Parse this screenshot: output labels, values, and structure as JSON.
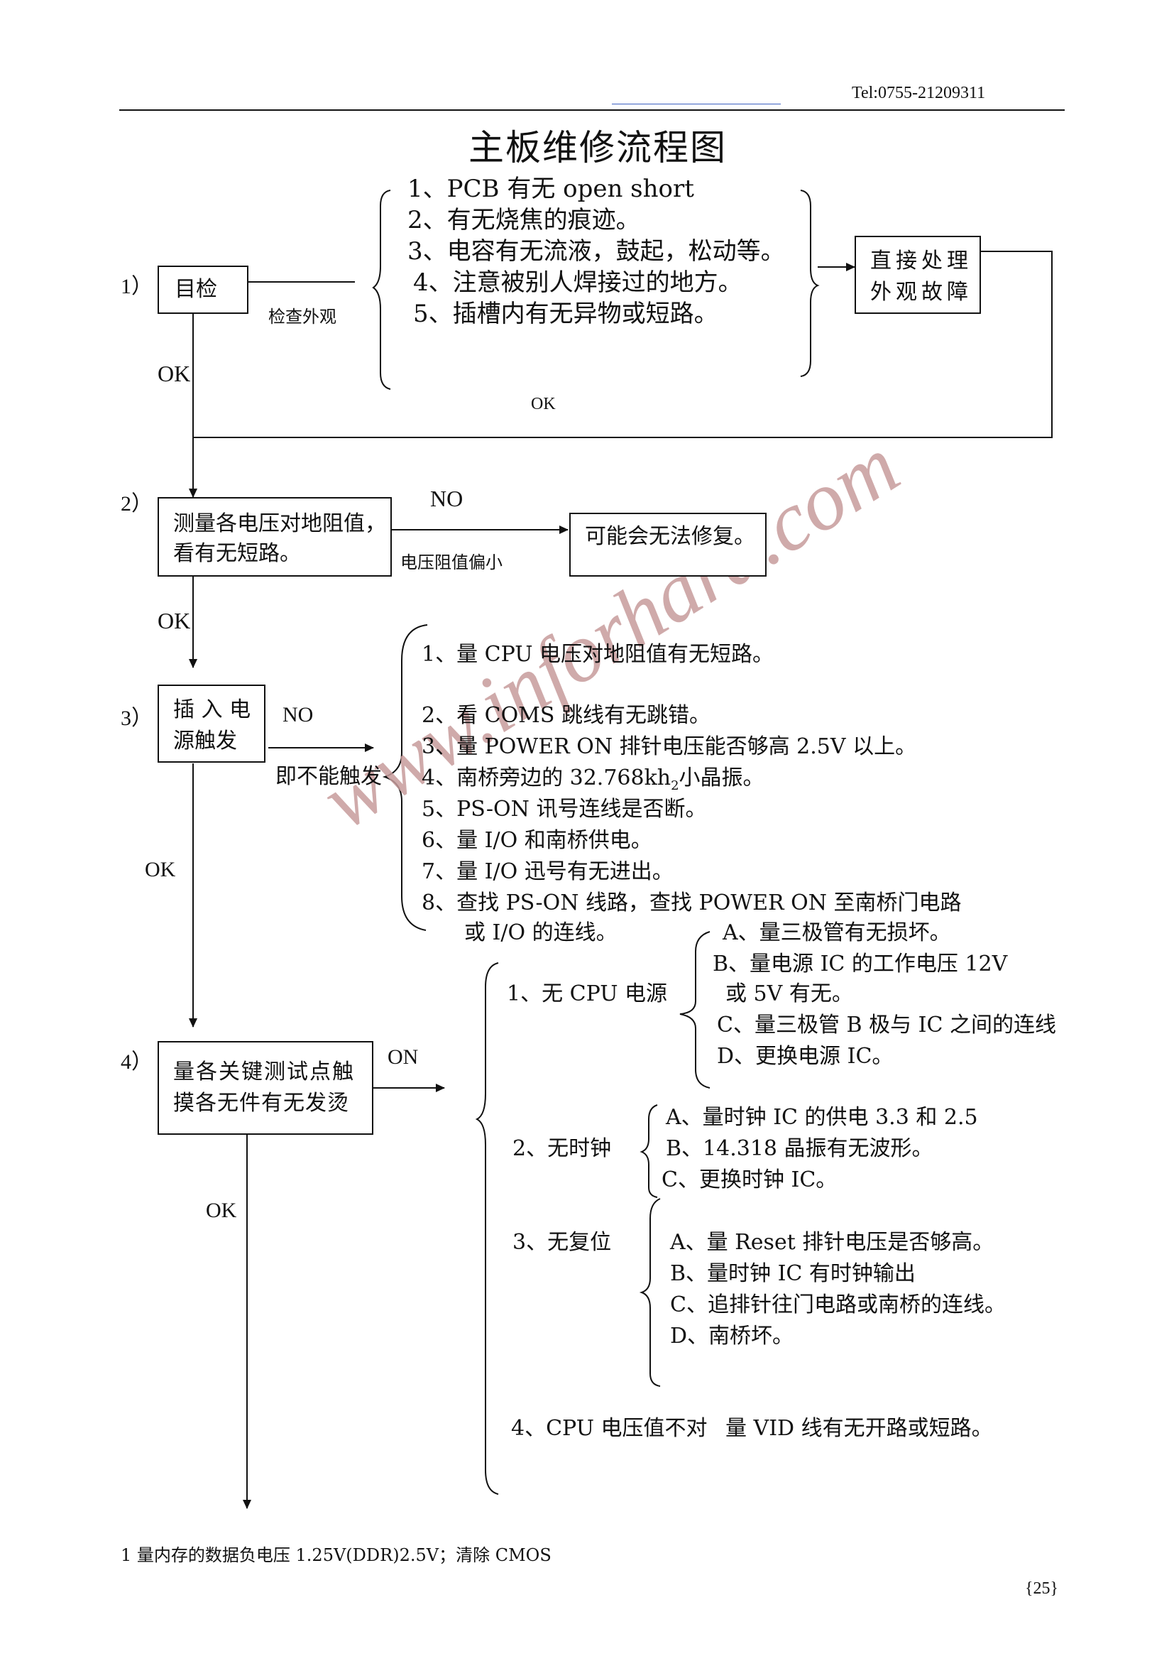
{
  "header": {
    "tel": "Tel:0755-21209311"
  },
  "title": "主板维修流程图",
  "watermark": "www.inforhard.com",
  "step1": {
    "num": "1）",
    "box": "目检",
    "sub_label": "检查外观",
    "checks": [
      "1、PCB  有无    open    short",
      "2、有无烧焦的痕迹。",
      "3、电容有无流液，鼓起，松动等。",
      "4、注意被别人焊接过的地方。",
      "5、插槽内有无异物或短路。"
    ],
    "action_box": [
      "直接处理",
      "外观故障"
    ],
    "ok_left": "OK",
    "ok_return": "OK"
  },
  "step2": {
    "num": "2）",
    "box": [
      "测量各电压对地阻值，",
      "看有无短路。"
    ],
    "no": "NO",
    "sub_label": "电压阻值偏小",
    "result_box": "可能会无法修复。",
    "ok": "OK"
  },
  "step3": {
    "num": "3）",
    "box": [
      "插 入 电",
      "源触发"
    ],
    "no": "NO",
    "sub_label": "即不能触发",
    "items": [
      "1、量 CPU 电压对地阻值有无短路。",
      "2、看 COMS 跳线有无跳错。",
      "3、量 POWER ON 排针电压能否够高 2.5V 以上。",
      "4、南桥旁边的 32.768kh",
      "5、PS-ON 讯号连线是否断。",
      "6、量 I/O 和南桥供电。",
      "7、量 I/O 迅号有无进出。",
      "8、查找 PS-ON 线路，查找 POWER ON 至南桥门电路",
      "或 I/O 的连线。"
    ],
    "item4_sub": "2",
    "item4_tail": "小晶振。",
    "ok": "OK"
  },
  "step4": {
    "num": "4）",
    "box": [
      "量各关键测试点触",
      "摸各无件有无发烫"
    ],
    "on": "ON",
    "ok": "OK",
    "groups": [
      {
        "label": "1、无 CPU 电源",
        "items": [
          "A、量三极管有无损坏。",
          "B、量电源 IC 的工作电压 12V",
          "或 5V 有无。",
          "C、量三极管 B 极与 IC 之间的连线",
          "D、更换电源 IC。"
        ]
      },
      {
        "label": "2、无时钟",
        "items": [
          "A、量时钟 IC 的供电 3.3 和 2.5",
          "B、14.318 晶振有无波形。",
          "C、更换时钟 IC。"
        ]
      },
      {
        "label": "3、无复位",
        "items": [
          "A、量 Reset 排针电压是否够高。",
          "B、量时钟 IC 有时钟输出",
          "C、追排针往门电路或南桥的连线。",
          "D、南桥坏。"
        ]
      },
      {
        "label": "4、CPU 电压值不对",
        "items": [
          "量 VID 线有无开路或短路。"
        ]
      }
    ]
  },
  "footer": {
    "note": "1  量内存的数据负电压 1.25V(DDR)2.5V；清除 CMOS",
    "page": "{25}"
  }
}
